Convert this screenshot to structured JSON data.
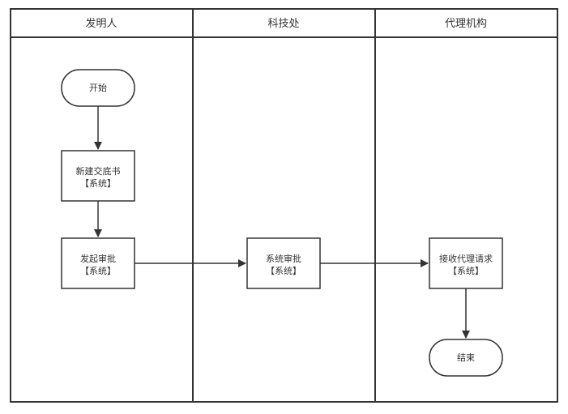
{
  "lanes": [
    {
      "title": "发明人"
    },
    {
      "title": "科技处"
    },
    {
      "title": "代理机构"
    }
  ],
  "nodes": {
    "start": {
      "text": "开始"
    },
    "create_disclosure": {
      "line1": "新建交底书",
      "line2": "【系统】"
    },
    "initiate_approval": {
      "line1": "发起审批",
      "line2": "【系统】"
    },
    "system_approval": {
      "line1": "系统审批",
      "line2": "【系统】"
    },
    "accept_request": {
      "line1": "接收代理请求",
      "line2": "【系统】"
    },
    "end": {
      "text": "结束"
    }
  }
}
